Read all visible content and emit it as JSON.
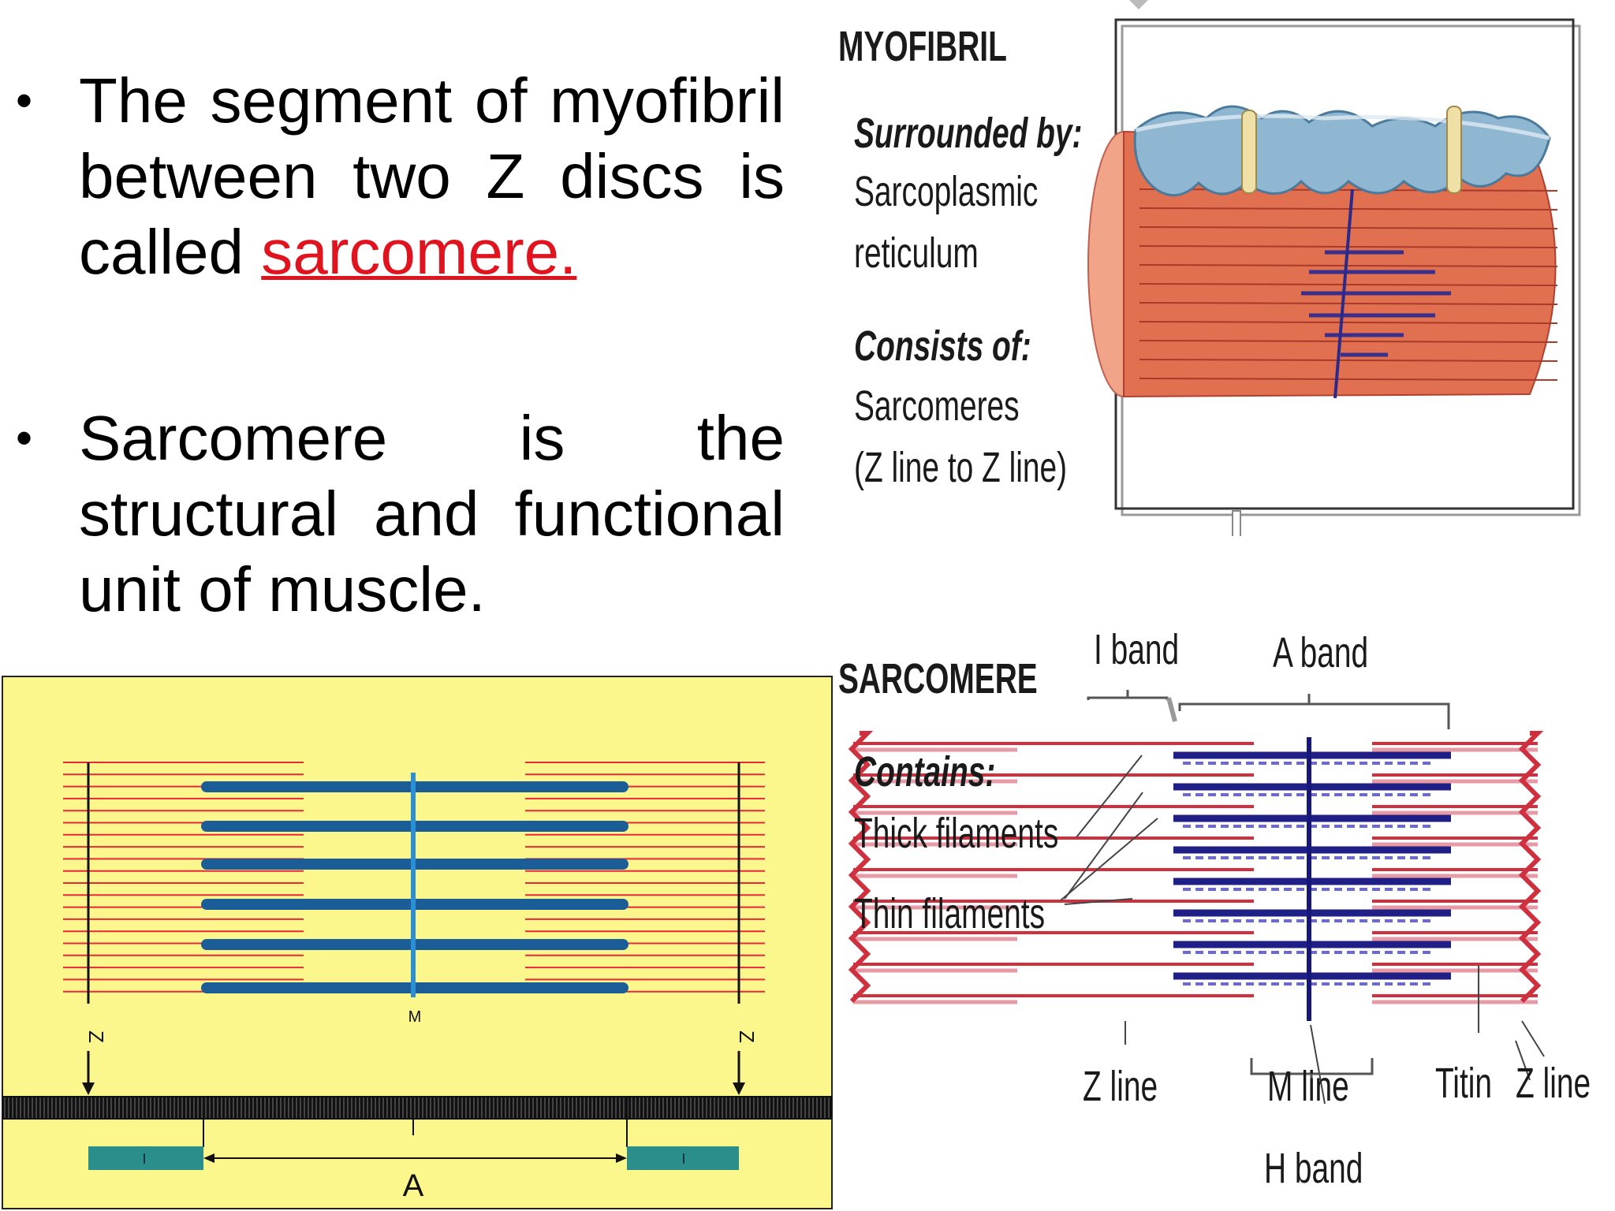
{
  "bullets": [
    {
      "text_before": "The segment of myofibril between two Z discs is called ",
      "highlight": "sarcomere."
    },
    {
      "line1": [
        "Sarcomere",
        "is",
        "the"
      ],
      "line2": [
        "structural",
        "and",
        "functional"
      ],
      "line3": "unit of muscle."
    }
  ],
  "myofibril": {
    "title": "MYOFIBRIL",
    "surrounded_label": "Surrounded by:",
    "surrounded_items": [
      "Sarcoplasmic",
      "reticulum"
    ],
    "consists_label": "Consists of:",
    "consists_items": [
      "Sarcomeres",
      "(Z line to Z line)"
    ]
  },
  "sarcomere": {
    "title": "SARCOMERE",
    "contains_label": "Contains:",
    "contains_items": [
      "Thick filaments",
      "Thin filaments"
    ],
    "i_band": "I band",
    "a_band": "A band",
    "z_line_left": "Z line",
    "m_line": "M line",
    "titin": "Titin",
    "z_line_right": "Z line",
    "h_band": "H band"
  },
  "yellow_diagram": {
    "z_left": "Z",
    "z_right": "Z",
    "m": "M",
    "i_left": "I",
    "i_right": "I",
    "a": "A",
    "colors": {
      "background": "#fbf78c",
      "thin": "#e8283a",
      "thick": "#1b5d96",
      "m_line": "#2b8fd6",
      "i_box": "#2a8f8a"
    }
  }
}
